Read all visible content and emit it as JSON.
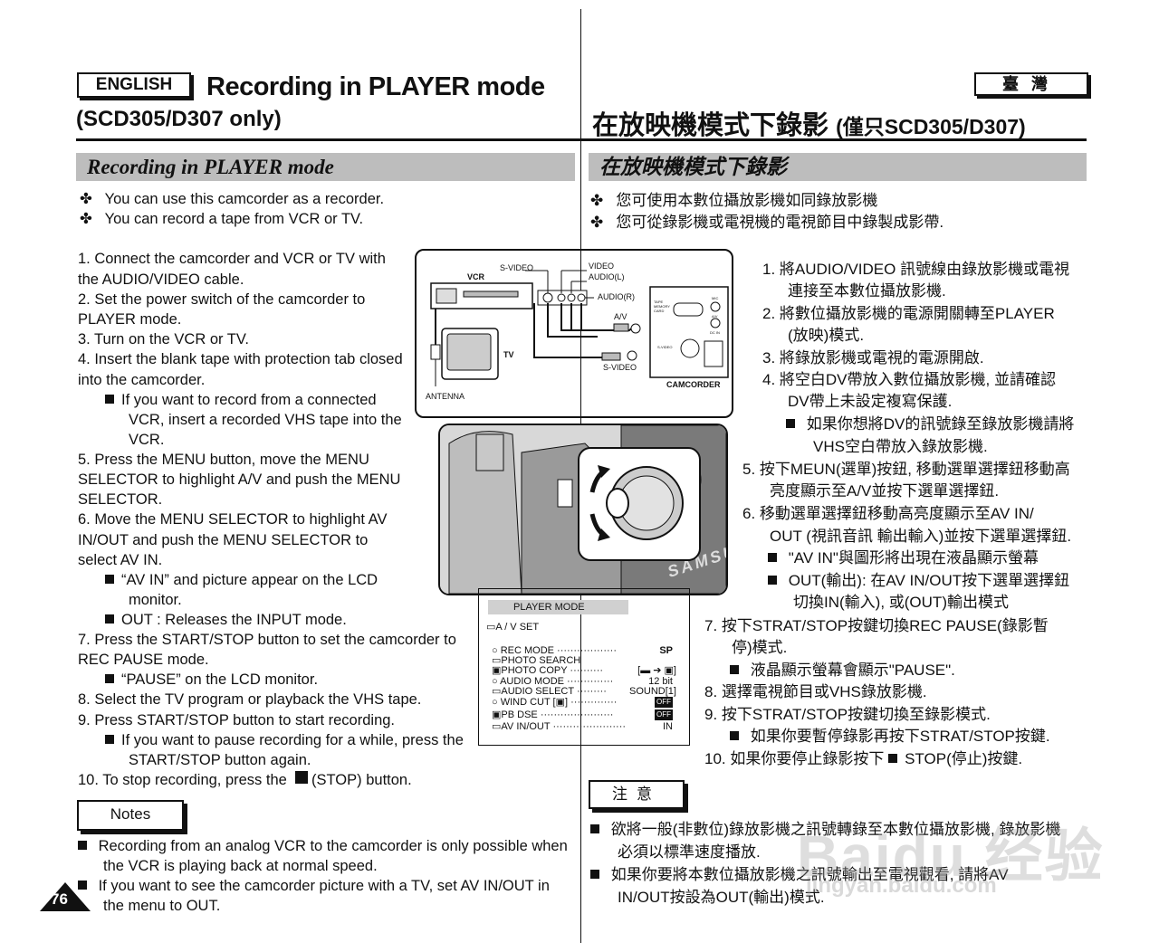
{
  "header": {
    "lang_label": "ENGLISH",
    "title_en": "Recording in PLAYER mode",
    "subtitle_en": "(SCD305/D307 only)",
    "lang_label_zh": "臺灣",
    "title_zh": "在放映機模式下錄影",
    "title_zh_suffix": "(僅只SCD305/D307)"
  },
  "band_en": "Recording in PLAYER mode",
  "band_zh": "在放映機模式下錄影",
  "intro_en": [
    "You can use this camcorder as a recorder.",
    "You can record a tape from VCR or TV."
  ],
  "intro_zh": [
    "您可使用本數位攝放影機如同錄放影機",
    "您可從錄影機或電視機的電視節目中錄製成影帶."
  ],
  "steps_en": [
    "1.  Connect the camcorder and VCR or TV with",
    "     the AUDIO/VIDEO cable.",
    "2.  Set the power switch of the camcorder to",
    "     PLAYER mode.",
    "3.  Turn on the VCR or TV.",
    "4.  Insert the blank tape with protection tab closed",
    "     into the camcorder.",
    "If you want to record from a connected",
    "VCR, insert a recorded VHS tape into the",
    "VCR.",
    "5.  Press the MENU button, move the MENU",
    "     SELECTOR to highlight A/V and push the MENU",
    "     SELECTOR.",
    "6.  Move the MENU SELECTOR to highlight AV",
    "     IN/OUT and push the MENU SELECTOR to",
    "     select AV IN.",
    "“AV IN” and picture appear on the LCD",
    "monitor.",
    "OUT : Releases the INPUT mode.",
    "7.  Press the START/STOP button to set the camcorder to",
    "     REC PAUSE mode.",
    "“PAUSE” on the LCD monitor.",
    "8.  Select the TV program or playback the VHS tape.",
    "9.  Press START/STOP button to start recording.",
    "If you want to pause recording for a while, press the",
    "START/STOP button again.",
    "10. To stop recording, press the",
    "(STOP) button."
  ],
  "notes_label": "Notes",
  "notes_en": [
    "Recording from an analog VCR to the camcorder is only possible when",
    "the VCR is playing back at normal speed.",
    "If you want to see the camcorder picture with a TV, set AV IN/OUT in",
    "the menu to OUT."
  ],
  "page_number": "76",
  "steps_zh": [
    "1.  將AUDIO/VIDEO 訊號線由錄放影機或電視",
    "連接至本數位攝放影機.",
    "2.  將數位攝放影機的電源開關轉至PLAYER",
    "(放映)模式.",
    "3.  將錄放影機或電視的電源開啟.",
    "4.  將空白DV帶放入數位攝放影機, 並請確認",
    "DV帶上未設定複寫保護.",
    "如果你想將DV的訊號錄至錄放影機請將",
    "VHS空白帶放入錄放影機.",
    "5.  按下MEUN(選單)按鈕, 移動選單選擇鈕移動高",
    "亮度顯示至A/V並按下選單選擇鈕.",
    "6.  移動選單選擇鈕移動高亮度顯示至AV IN/",
    "OUT (視訊音訊 輸出輸入)並按下選單選擇鈕.",
    "\"AV IN\"與圖形將出現在液晶顯示螢幕",
    "OUT(輸出): 在AV IN/OUT按下選單選擇鈕",
    "切換IN(輸入), 或(OUT)輸出模式",
    "7.  按下STRAT/STOP按鍵切換REC PAUSE(錄影暫",
    "停)模式.",
    "液晶顯示螢幕會顯示\"PAUSE\".",
    "8.  選擇電視節目或VHS錄放影機.",
    "9.  按下STRAT/STOP按鍵切換至錄影模式.",
    "如果你要暫停錄影再按下STRAT/STOP按鍵.",
    "10. 如果你要停止錄影按下",
    "STOP(停止)按鍵."
  ],
  "zhu_label": "注意",
  "notes_zh": [
    "欲將一般(非數位)錄放影機之訊號轉錄至本數位攝放影機, 錄放影機",
    "必須以標準速度播放.",
    "如果你要將本數位攝放影機之訊號輸出至電視觀看, 請將AV",
    "IN/OUT按設為OUT(輸出)模式."
  ],
  "diagram": {
    "svideo": "S-VIDEO",
    "video": "VIDEO",
    "audio_l": "AUDIO(L)",
    "audio_r": "AUDIO(R)",
    "vcr": "VCR",
    "tv": "TV",
    "av": "A/V",
    "svideo2": "S-VIDEO",
    "antenna": "ANTENNA",
    "camcorder": "CAMCORDER",
    "tape": "TAPE MEMORY CARD",
    "mic": "MIC",
    "av_small": "A/V",
    "dcin": "DC IN",
    "svideo_small": "S-VIDEO"
  },
  "lcd": {
    "header": "PLAYER  MODE",
    "menu_title": "A / V SET",
    "rows": [
      {
        "label": "REC MODE",
        "value": "SP"
      },
      {
        "label": "PHOTO SEARCH",
        "value": ""
      },
      {
        "label": "PHOTO COPY",
        "value": "[▬ ➔ ▣]"
      },
      {
        "label": "AUDIO MODE",
        "value": "12 bit"
      },
      {
        "label": "AUDIO SELECT",
        "value": "SOUND[1]"
      },
      {
        "label": "WIND CUT [▣]",
        "value": "OFF"
      },
      {
        "label": "PB DSE",
        "value": "OFF"
      },
      {
        "label": "AV IN/OUT",
        "value": "IN"
      }
    ]
  },
  "camera_text": "SAMSU",
  "watermark": "Baidu 经验",
  "watermark_url": "jingyan.baidu.com"
}
